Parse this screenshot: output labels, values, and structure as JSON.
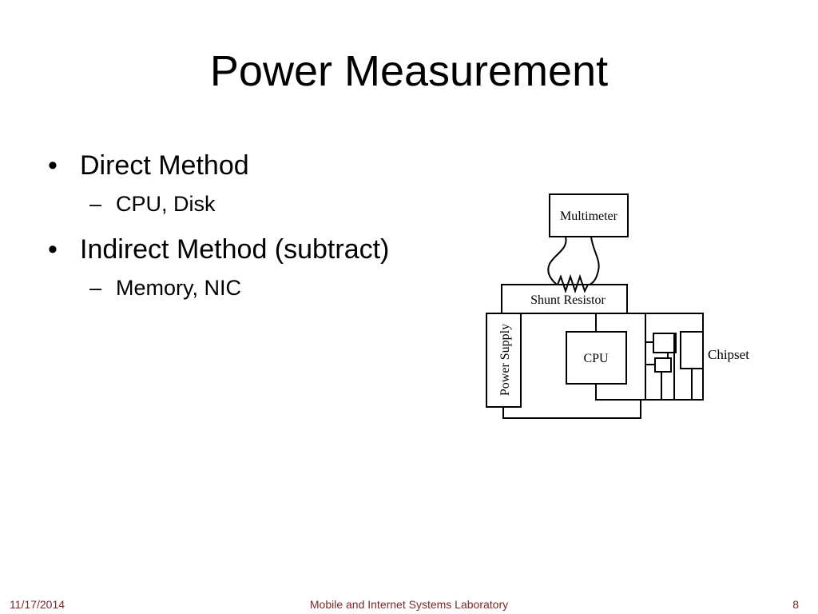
{
  "slide": {
    "title": "Power Measurement",
    "bullets": [
      {
        "text": "Direct Method",
        "sub": "CPU, Disk"
      },
      {
        "text": "Indirect Method (subtract)",
        "sub": "Memory, NIC"
      }
    ],
    "bullet_symbol": "•",
    "sub_symbol": "–"
  },
  "diagram": {
    "multimeter_label": "Multimeter",
    "shunt_label": "Shunt Resistor",
    "power_supply_label": "Power Supply",
    "cpu_label": "CPU",
    "chipset_label": "Chipset"
  },
  "footer": {
    "date": "11/17/2014",
    "center": "Mobile and Internet Systems Laboratory",
    "page": "8"
  },
  "colors": {
    "footer_text": "#7f2626"
  }
}
